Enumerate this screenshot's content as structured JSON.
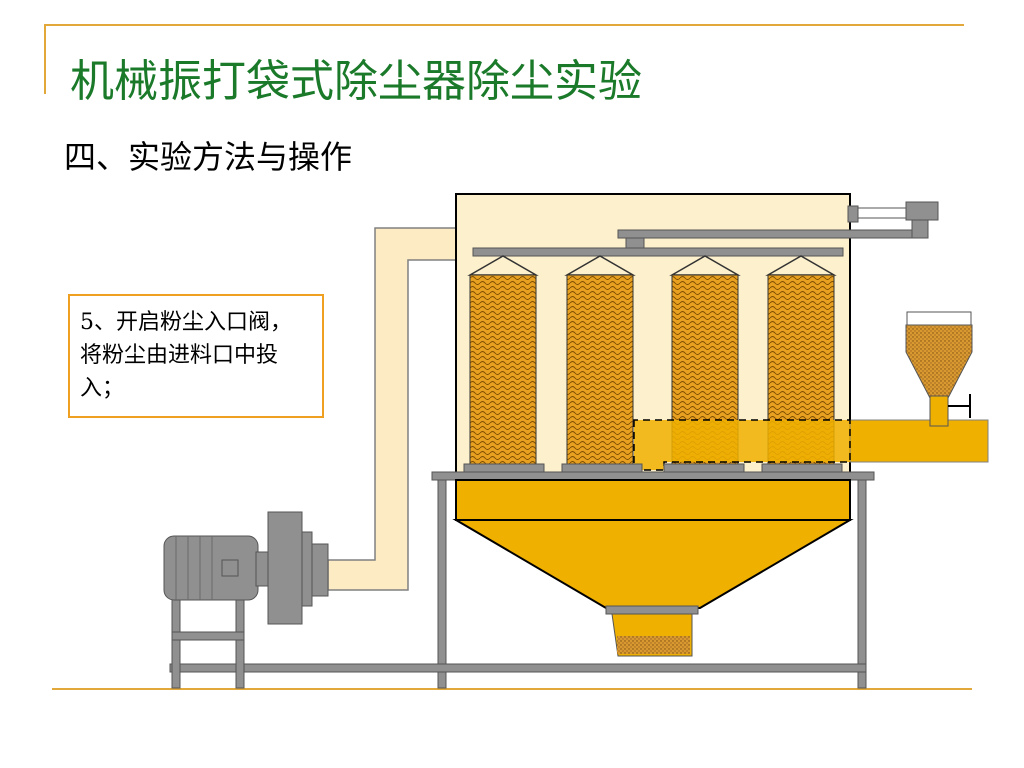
{
  "slide": {
    "title": "机械振打袋式除尘器除尘实验",
    "subtitle": "四、实验方法与操作",
    "step_note": "5、开启粉尘入口阀，将粉尘由进料口中投入；"
  },
  "colors": {
    "accent_line": "#e2a93a",
    "title_green": "#1a7a2a",
    "hopper_gold": "#f0b000",
    "duct_cream": "#fdebc4",
    "housing_cream": "#fdf0cc",
    "bag_orange": "#e8a020",
    "metal_gray": "#808080",
    "note_border": "#f0a020"
  }
}
